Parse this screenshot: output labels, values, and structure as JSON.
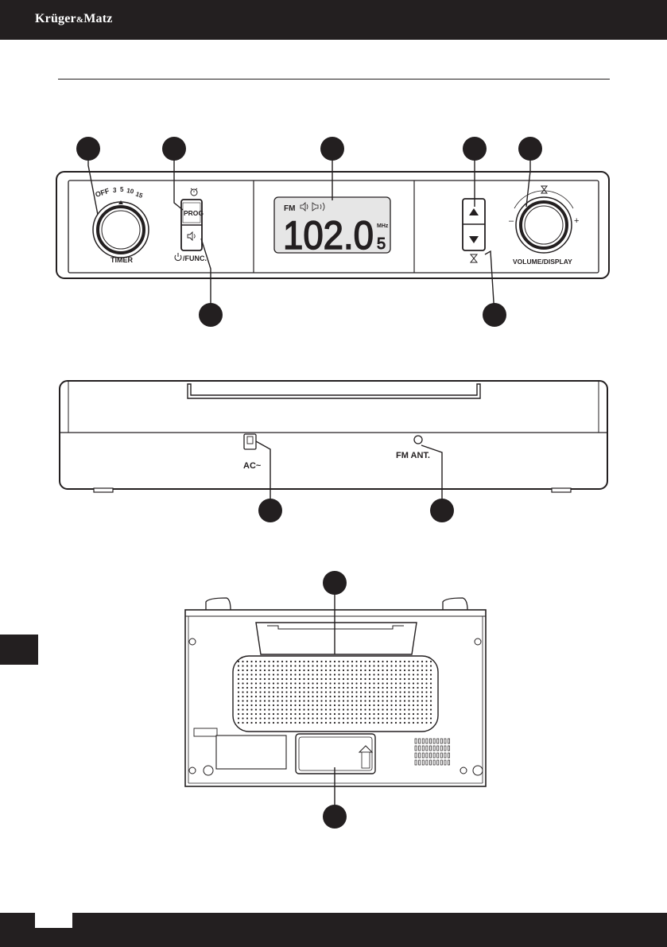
{
  "header": {
    "brand_main": "Krüger",
    "brand_amp": "&",
    "brand_end": "Matz",
    "background": "#231f20"
  },
  "front_panel": {
    "timer_scale": [
      "OFF",
      "3",
      "5",
      "10",
      "15"
    ],
    "timer_label": "TIMER",
    "prog_label": "PROG",
    "func_label": "/FUNC.",
    "display_band": "FM",
    "display_frequency": "102.0",
    "display_unit": "MHz",
    "display_digit": "5",
    "volume_label": "VOLUME/DISPLAY",
    "volume_minus": "–",
    "volume_plus": "+"
  },
  "rear_panel": {
    "ac_label": "AC~",
    "antenna_label": "FM ANT."
  },
  "icons": [
    "alarm-clock-icon",
    "speaker-icon",
    "power-icon",
    "snooze-icon",
    "up-arrow-icon",
    "down-arrow-icon"
  ],
  "colors": {
    "ink": "#231f20",
    "paper": "#ffffff",
    "lcd": "#e6e6e6"
  }
}
